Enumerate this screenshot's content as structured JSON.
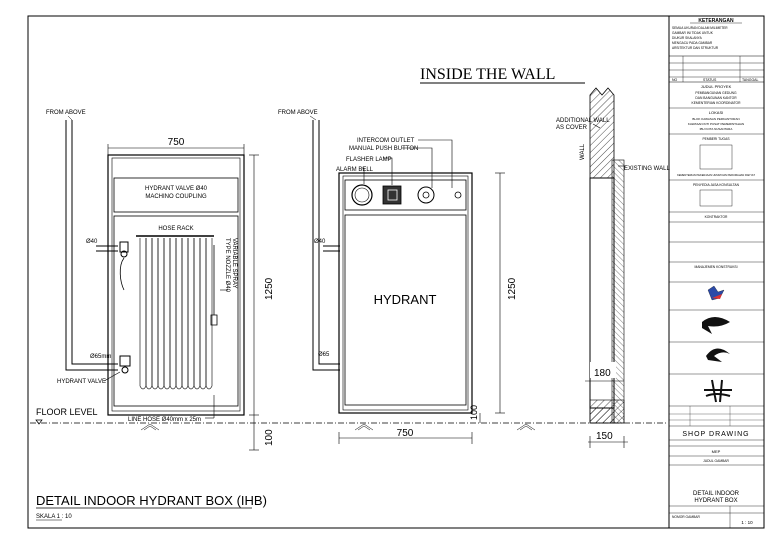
{
  "drawing": {
    "main_title": "DETAIL INDOOR HYDRANT BOX (IHB)",
    "scale": "SKALA 1 : 10",
    "section_title": "INSIDE THE WALL",
    "floor_level": "FLOOR LEVEL"
  },
  "left_box": {
    "from_above": "FROM ABOVE",
    "width_dim": "750",
    "height_dim": "1250",
    "floor_dim": "100",
    "valve_label_line1": "HYDRANT VALVE Ø40",
    "valve_label_line2": "MACHINO COUPLING",
    "hose_rack": "HOSE RACK",
    "nozzle_line1": "TYPE NOZZLE Ø40",
    "nozzle_line2": "VARIABLE SPRAY",
    "pipe_top": "Ø40",
    "pipe_bottom": "Ø65mm",
    "hydrant_valve": "HYDRANT VALVE",
    "line_hose": "LINE HOSE Ø40mm x 25m"
  },
  "right_box": {
    "from_above": "FROM ABOVE",
    "intercom": "INTERCOM OUTLET",
    "push_button": "MANUAL PUSH BUTTON",
    "flasher": "FLASHER LAMP",
    "alarm_bell": "ALARM BELL",
    "door_label": "HYDRANT",
    "pipe_top": "Ø40",
    "pipe_bottom": "Ø65",
    "width_dim": "750",
    "height_dim": "1250",
    "floor_dim": "100"
  },
  "section": {
    "additional_wall_line1": "ADDITIONAL WALL",
    "additional_wall_line2": "AS COVER",
    "wall": "WALL",
    "existing_wall": "EXISTING WALL",
    "depth_dim": "180",
    "base_dim": "150"
  },
  "title_block": {
    "header": "KETERANGAN",
    "notes": [
      "SEMUA UKURAN DALAM MILIMETER",
      "GAMBAR INI TIDAK UNTUK",
      "DIUKUR SKALANYA",
      "MENGACU PADA GAMBAR",
      "ARSITEKTUR DAN STRUKTUR"
    ],
    "rev_no": "NO",
    "rev_status": "STATUS",
    "rev_date": "TANGGAL",
    "project_label": "JUDUL PROYEK",
    "project_lines": [
      "PEMBANGUNAN GEDUNG",
      "DAN BANGUNAN KANTOR",
      "KEMENTERIAN KOORDINATOR"
    ],
    "location_label": "LOKASI",
    "location_lines": [
      "BLOK KAWASAN PERKANTORAN",
      "KAWASAN INTI PUSAT PEMERINTAHAN",
      "IBU KOTA NUSANTARA"
    ],
    "owner_label": "PEMBERI TUGAS",
    "owner_lines": [
      "KEMENTERIAN PEKERJAAN UMUM DAN PERUMAHAN RAKYAT"
    ],
    "consultant_label": "PENYEDIA JASA KONSULTAN",
    "contractor_label": "KONTRAKTOR",
    "mk_label": "MANAJEMEN KONSTRUKSI",
    "drawing_type": "SHOP DRAWING",
    "discipline": "MEP",
    "drawing_title_label": "JUDUL GAMBAR",
    "drawing_title_line1": "DETAIL INDOOR",
    "drawing_title_line2": "HYDRANT BOX",
    "sheet_no_label": "NOMOR GAMBAR",
    "scale_value": "1 : 10"
  }
}
